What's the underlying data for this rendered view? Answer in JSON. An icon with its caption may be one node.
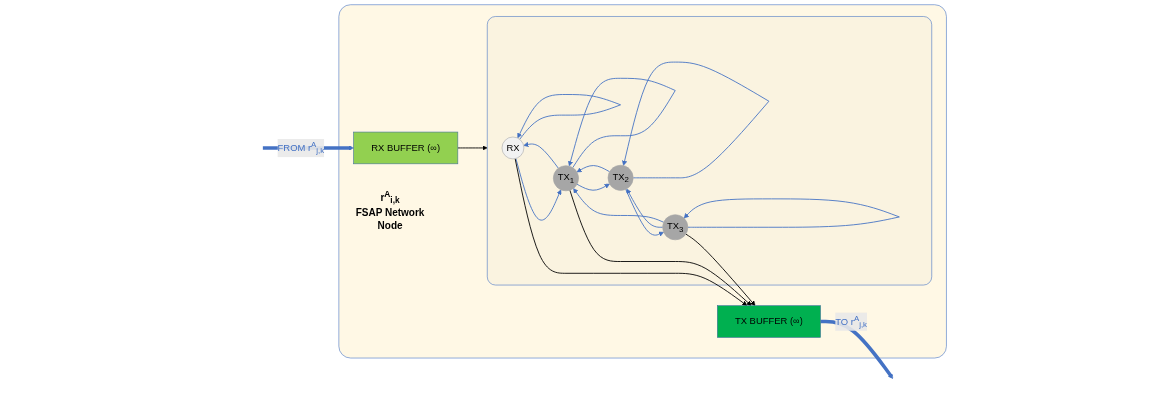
{
  "diagram": {
    "nodes": [
      {
        "text": [
          "r$^{A}$$_{i,k}$",
          "FSAP Network Node"
        ]
      },
      {
        "text": [
          "RX BUFFER (∞)"
        ],
        "in": 0
      },
      {
        "text": [],
        "shape": "box",
        "in": 0
      },
      {
        "text": [
          "RX"
        ],
        "in": 2
      },
      {
        "text": [
          "TX$_{1}$"
        ],
        "in": 2
      },
      {
        "text": [
          "TX$_{2}$"
        ],
        "in": 2
      },
      {
        "text": [
          "TX$_{3}$"
        ],
        "in": 2
      },
      {
        "text": [
          "TX BUFFER (∞)"
        ],
        "in": 0
      }
    ],
    "edges": [
      {
        "from": null,
        "to": 1,
        "arrow": "to",
        "label": "FROM r$^{A}$$_{j,k}$",
        "style": "thick"
      },
      {
        "from": 1,
        "to": 2,
        "arrow": "to",
        "color": "#000000"
      },
      {
        "from": 3,
        "to": 3,
        "arrow": "to"
      },
      {
        "from": 3,
        "to": 4,
        "arrow": "to"
      },
      {
        "from": 4,
        "to": 4,
        "arrow": "to"
      },
      {
        "from": 4,
        "to": 5,
        "arrow": "to"
      },
      {
        "from": 5,
        "to": 5,
        "arrow": "to"
      },
      {
        "from": 5,
        "to": 6,
        "arrow": "to"
      },
      {
        "from": 6,
        "to": 6,
        "arrow": "to"
      },
      {
        "from": 4,
        "to": 3,
        "arrow": "to"
      },
      {
        "from": 5,
        "to": 4,
        "arrow": "to"
      },
      {
        "from": 6,
        "to": 5,
        "arrow": "to"
      },
      {
        "from": 6,
        "to": 4,
        "arrow": "to"
      },
      {
        "from": 3,
        "to": 7,
        "arrow": "to",
        "color": "#000000"
      },
      {
        "from": 4,
        "to": 7,
        "arrow": "to",
        "color": "#000000"
      },
      {
        "from": 6,
        "to": 7,
        "arrow": "to",
        "color": "#000000"
      },
      {
        "from": 7,
        "to": null,
        "arrow": "to",
        "label": "TO r$^{A}$$_{j,k}$",
        "style": "thick"
      }
    ]
  }
}
